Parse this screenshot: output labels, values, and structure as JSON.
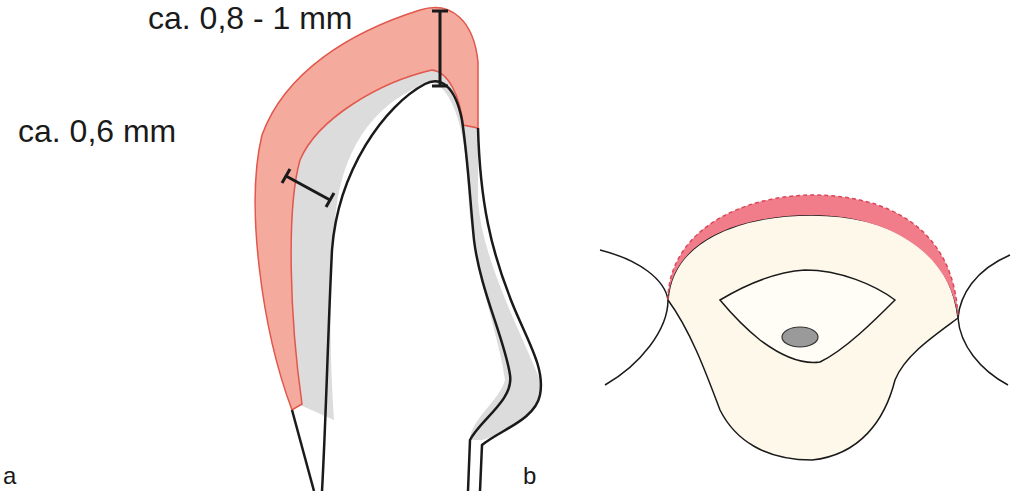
{
  "diagram": {
    "labels": [
      "ca. 0,8 - 1 mm",
      "ca. 0,6 mm",
      "a",
      "b"
    ]
  }
}
